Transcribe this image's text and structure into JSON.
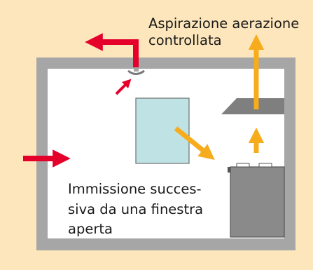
{
  "labels": {
    "extraction": [
      "Aspirazione aerazione",
      "controllata"
    ],
    "intake": [
      "Immissione succes-",
      "siva da una finestra",
      "aperta"
    ]
  },
  "colors": {
    "background": "#fde6bb",
    "wall": "#a6a6a6",
    "room": "#ffffff",
    "window": "#bfe3e5",
    "hood": "#7f7f7f",
    "cabinet": "#8a8a8a",
    "red_arrow": "#e4002b",
    "yellow_arrow": "#f6ac1c"
  }
}
